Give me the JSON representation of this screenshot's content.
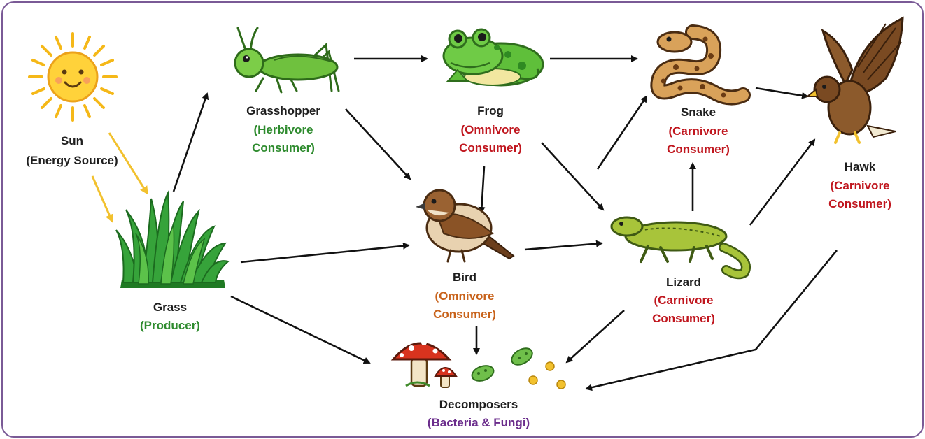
{
  "colors": {
    "frame": "#7a5a96",
    "arrow": "#111111",
    "sun_arrow": "#f2c12e",
    "producer": "#2e8b2e",
    "herbivore": "#2e8b2e",
    "carnivore": "#c0161e",
    "bird_omnivore": "#c8621a",
    "decomposer": "#6b2d8c"
  },
  "nodes": {
    "sun": {
      "name": "Sun",
      "role": "(Energy Source)"
    },
    "grass": {
      "name": "Grass",
      "role": "(Producer)"
    },
    "grasshopper": {
      "name": "Grasshopper",
      "role_1": "(Herbivore",
      "role_2": "Consumer)"
    },
    "frog": {
      "name": "Frog",
      "role_1": "(Omnivore",
      "role_2": "Consumer)"
    },
    "bird": {
      "name": "Bird",
      "role_1": "(Omnivore",
      "role_2": "Consumer)"
    },
    "snake": {
      "name": "Snake",
      "role_1": "(Carnivore",
      "role_2": "Consumer)"
    },
    "lizard": {
      "name": "Lizard",
      "role_1": "(Carnivore",
      "role_2": "Consumer)"
    },
    "hawk": {
      "name": "Hawk",
      "role_1": "(Carnivore",
      "role_2": "Consumer)"
    },
    "decomposers": {
      "name": "Decomposers",
      "role": "(Bacteria & Fungi)"
    }
  },
  "edges": [
    {
      "from": "Sun",
      "to": "Grass",
      "kind": "energy"
    },
    {
      "from": "Grass",
      "to": "Grasshopper"
    },
    {
      "from": "Grass",
      "to": "Bird"
    },
    {
      "from": "Grass",
      "to": "Decomposers"
    },
    {
      "from": "Grasshopper",
      "to": "Frog"
    },
    {
      "from": "Grasshopper",
      "to": "Bird"
    },
    {
      "from": "Frog",
      "to": "Snake"
    },
    {
      "from": "Frog",
      "to": "Bird"
    },
    {
      "from": "Frog",
      "to": "Lizard"
    },
    {
      "from": "Bird",
      "to": "Lizard"
    },
    {
      "from": "Bird",
      "to": "Decomposers"
    },
    {
      "from": "Lizard",
      "to": "Snake"
    },
    {
      "from": "Lizard",
      "to": "Hawk"
    },
    {
      "from": "Lizard",
      "to": "Decomposers"
    },
    {
      "from": "Snake",
      "to": "Hawk"
    },
    {
      "from": "Hawk",
      "to": "Decomposers"
    }
  ]
}
